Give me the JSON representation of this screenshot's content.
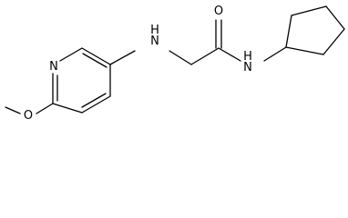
{
  "structure": {
    "atom_labels": {
      "ring_nitrogen": "N",
      "methoxy_oxygen": "O",
      "amine_nh": "H N",
      "carbonyl_oxygen": "O",
      "amide_nh": "H N"
    },
    "colors": {
      "ink": "#000000",
      "background": "#ffffff"
    }
  }
}
